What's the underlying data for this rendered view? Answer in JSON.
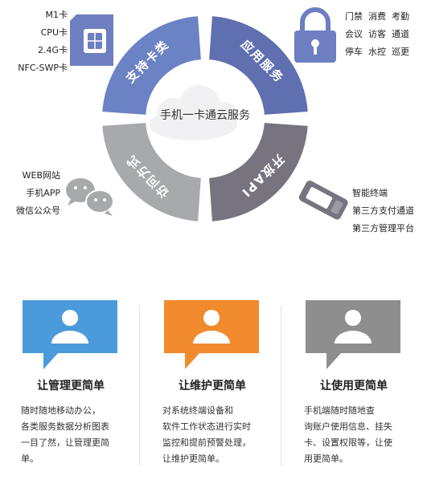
{
  "diagram": {
    "center_label": "手机一卡通云服务",
    "segments": [
      {
        "label": "支持卡类",
        "color": "#6b82c4"
      },
      {
        "label": "应用服务",
        "color": "#5f6fb0"
      },
      {
        "label": "开放API",
        "color": "#77747f"
      },
      {
        "label": "访问方式",
        "color": "#a8a9ac"
      }
    ],
    "card_types": [
      "M1卡",
      "CPU卡",
      "2.4G卡",
      "NFC-SWP卡"
    ],
    "services": [
      "门禁",
      "消费",
      "考勤",
      "会议",
      "访客",
      "通道",
      "停车",
      "水控",
      "巡更"
    ],
    "access_methods": [
      "WEB网站",
      "手机APP",
      "微信公众号"
    ],
    "open_api": [
      "智能终端",
      "第三方支付通道",
      "第三方管理平台"
    ]
  },
  "features": [
    {
      "title": "让管理更简单",
      "color": "#4b9bdc",
      "lines": [
        "随时随地移动办公，",
        "各类服务数据分析图表",
        "一目了然，让管理更简",
        "单。"
      ]
    },
    {
      "title": "让维护更简单",
      "color": "#f08a2c",
      "lines": [
        "对系统终端设备和",
        "软件工作状态进行实时",
        "监控和提前预警处理，",
        "让维护更简单。"
      ]
    },
    {
      "title": "让使用更简单",
      "color": "#8e8e8e",
      "lines": [
        "手机端随时随地查",
        "询账户使用信息、挂失",
        "卡、设置权限等，让使",
        "用更简单。"
      ]
    }
  ]
}
